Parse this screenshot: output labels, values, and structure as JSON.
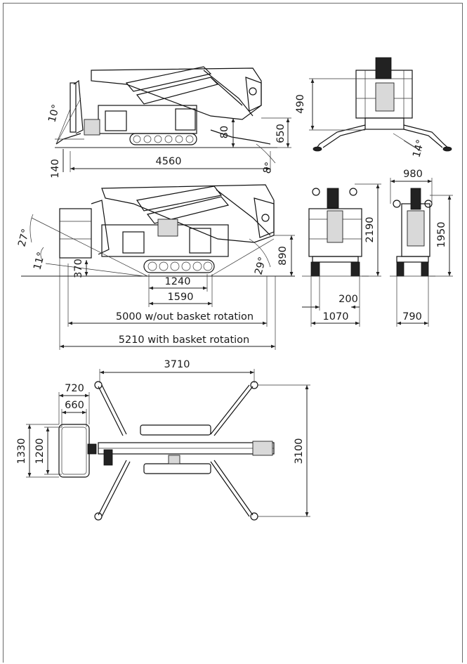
{
  "colors": {
    "line": "#222222",
    "frame": "#6a6a6a",
    "background": "#ffffff"
  },
  "dimensions": {
    "side_top": {
      "angle_front": "10°",
      "height_80": "80",
      "height_650": "650",
      "height_140": "140",
      "length_4560": "4560",
      "angle_rear": "8°"
    },
    "rear_top": {
      "height_490": "490",
      "angle_outrigger": "14°"
    },
    "side_main": {
      "angle_27": "27°",
      "angle_11": "11°",
      "height_370": "370",
      "angle_29": "29°",
      "height_890": "890",
      "track_1240": "1240",
      "track_1590": "1590",
      "length_5000": "5000 w/out basket rotation",
      "length_5210": "5210 with basket rotation"
    },
    "rear_basket": {
      "height_2190": "2190",
      "offset_200": "200",
      "width_1070": "1070"
    },
    "rear_narrow": {
      "width_980": "980",
      "height_1950": "1950",
      "width_790": "790"
    },
    "top_view": {
      "span_3710": "3710",
      "basket_720": "720",
      "basket_660": "660",
      "basket_1330": "1330",
      "basket_1200": "1200",
      "span_3100": "3100"
    }
  }
}
